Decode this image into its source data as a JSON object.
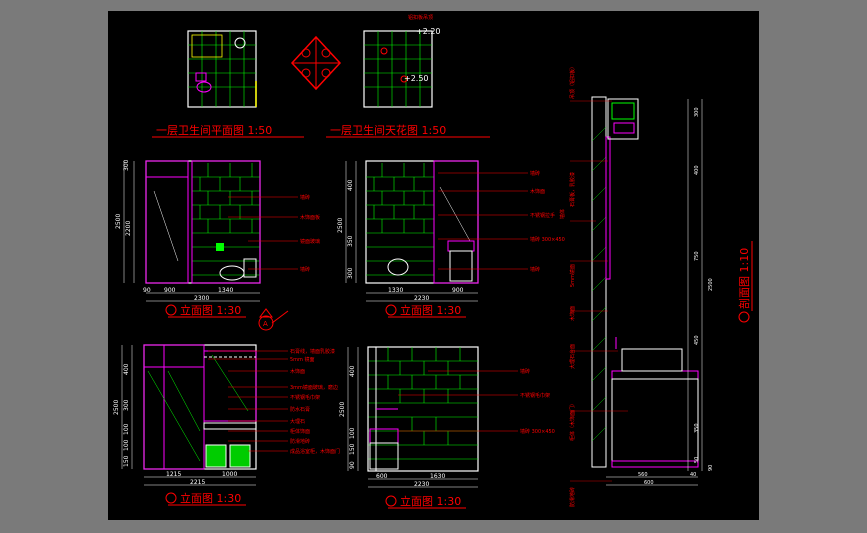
{
  "drawing": {
    "titles": {
      "plan": "一层卫生间平面图 1:50",
      "ceiling": "一层卫生间天花图 1:50",
      "elev_a": "立面图 1:30",
      "elev_b": "立面图 1:30",
      "elev_c": "立面图 1:30",
      "elev_d": "立面图 1:30",
      "section": "剖面图 1:10"
    },
    "ceiling_levels": {
      "level_1": "+2.20",
      "level_2": "+2.50",
      "top_note": "铝扣板吊顶"
    },
    "elev_a": {
      "dims_bottom": [
        "90",
        "900",
        "1340"
      ],
      "dim_total": "2300",
      "dims_left": [
        "300",
        "2500",
        "2200"
      ],
      "labels": [
        "墙砖",
        "木饰面板",
        "镜面玻璃",
        "墙砖"
      ]
    },
    "elev_b": {
      "dims_bottom": [
        "1330",
        "900"
      ],
      "dim_total": "2230",
      "dims_left": [
        "400",
        "2500",
        "350",
        "300"
      ],
      "labels": [
        "墙砖",
        "木饰面",
        "不锈钢拉手",
        "墙砖 300×450",
        "墙砖"
      ]
    },
    "elev_c": {
      "dims_bottom": [
        "1215",
        "1000"
      ],
      "dim_total": "2215",
      "dims_left": [
        "400",
        "2500",
        "300",
        "100",
        "100",
        "150"
      ],
      "labels": [
        "石膏线，墙面乳胶漆",
        "5mm 镜面",
        "木饰面",
        "3mm镜面玻璃，磨边",
        "不锈钢毛巾架",
        "防水石膏",
        "大理石",
        "柜体饰面",
        "防滑地砖",
        "成品浴室柜，木饰面门"
      ]
    },
    "elev_d": {
      "dims_bottom": [
        "600",
        "1630"
      ],
      "dim_total": "2230",
      "dims_left": [
        "400",
        "2500",
        "100",
        "150",
        "90"
      ],
      "labels": [
        "墙砖",
        "不锈钢毛巾架",
        "墙砖 300×450"
      ]
    },
    "section": {
      "dims_right": [
        "300",
        "400",
        "2500",
        "750",
        "450",
        "350",
        "50",
        "90"
      ],
      "dims_bottom": [
        "560",
        "40",
        "600"
      ],
      "labels_left": [
        "吊顶（铝扣板）",
        "石膏板，乳胶漆",
        "墙体",
        "5mm镜面",
        "木饰面",
        "大理石台面",
        "柜体（木饰面门）",
        "防滑地砖"
      ]
    },
    "markers": {
      "section_symbol": "A"
    }
  }
}
